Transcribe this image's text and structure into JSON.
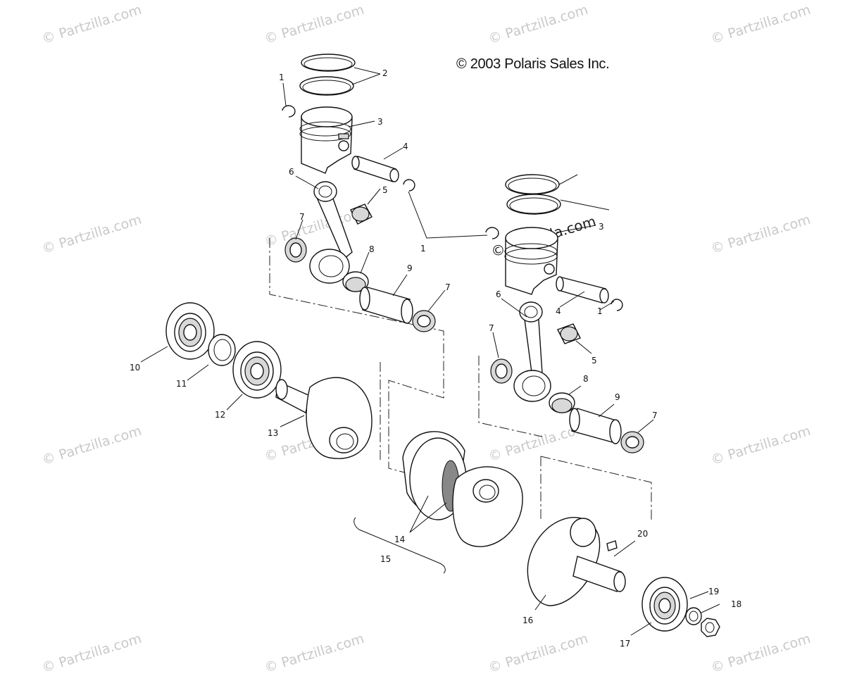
{
  "copyright": "© 2003 Polaris Sales Inc.",
  "watermark": "© Partzilla.com",
  "callouts": {
    "c1a": "1",
    "c2a": "2",
    "c3a": "3",
    "c4a": "4",
    "c5a": "5",
    "c6a": "6",
    "c7a": "7",
    "c8a": "8",
    "c9a": "9",
    "c7b": "7",
    "c1b": "1",
    "c3b": "3",
    "c6b": "6",
    "c4b": "4",
    "c1c": "1",
    "c7c": "7",
    "c5b": "5",
    "c8b": "8",
    "c9b": "9",
    "c7d": "7",
    "c10": "10",
    "c11": "11",
    "c12": "12",
    "c13": "13",
    "c14": "14",
    "c15": "15",
    "c16": "16",
    "c17": "17",
    "c18": "18",
    "c19": "19",
    "c20": "20"
  }
}
